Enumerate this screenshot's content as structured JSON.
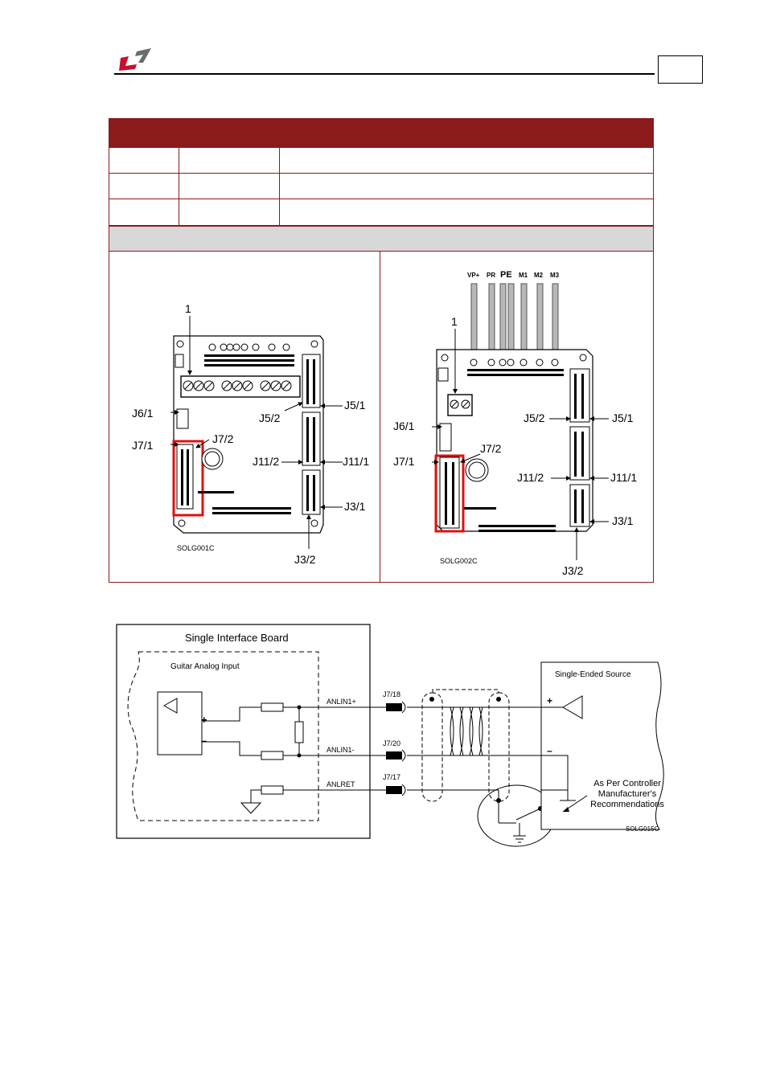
{
  "header": {
    "logo_icon": "company-logo",
    "accent_color": "#8b1a1a"
  },
  "board_left": {
    "pointer_label": "1",
    "labels": {
      "j6_1": "J6/1",
      "j7_1": "J7/1",
      "j7_2": "J7/2",
      "j5_2": "J5/2",
      "j5_1": "J5/1",
      "j11_2": "J11/2",
      "j11_1": "J11/1",
      "j3_1": "J3/1",
      "j3_2": "J3/2"
    },
    "figure_id": "SOLG001C"
  },
  "board_right": {
    "pointer_label": "1",
    "terminals": [
      "VP+",
      "PR",
      "PE",
      "M1",
      "M2",
      "M3"
    ],
    "labels": {
      "j6_1": "J6/1",
      "j7_1": "J7/1",
      "j7_2": "J7/2",
      "j5_2": "J5/2",
      "j5_1": "J5/1",
      "j11_2": "J11/2",
      "j11_1": "J11/1",
      "j3_1": "J3/1",
      "j3_2": "J3/2"
    },
    "figure_id": "SOLG002C"
  },
  "schematic": {
    "board_title": "Single Interface Board",
    "input_title": "Guitar Analog Input",
    "plus": "+",
    "minus": "–",
    "signals": [
      "ANLIN1+",
      "ANLIN1-",
      "ANLRET"
    ],
    "pins": [
      "J7/18",
      "J7/20",
      "J7/17"
    ],
    "source_title": "Single-Ended Source",
    "source_plus": "+",
    "source_minus": "–",
    "note_lines": [
      "As Per Controller",
      "Manufacturer's",
      "Recommendations"
    ],
    "figure_id": "SOLG015C"
  }
}
